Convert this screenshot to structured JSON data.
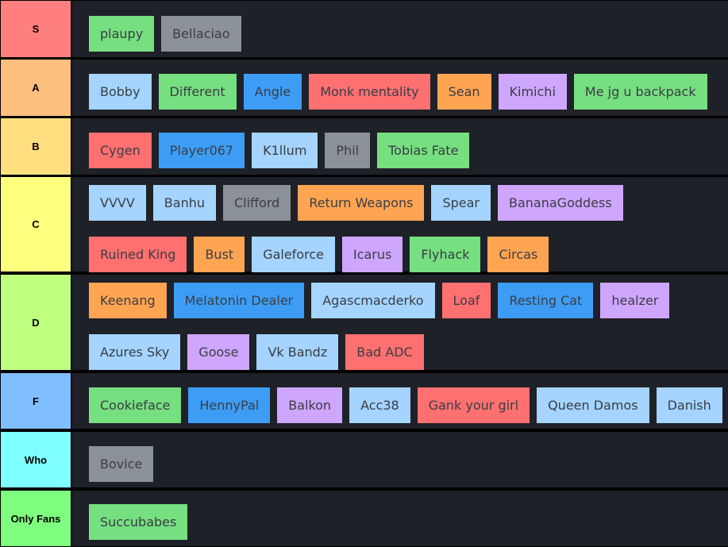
{
  "tiers": [
    {
      "label": "S",
      "color": "#ff7f7f",
      "items": [
        {
          "text": "plaupy",
          "color": "green"
        },
        {
          "text": "Bellaciao",
          "color": "gray"
        }
      ]
    },
    {
      "label": "A",
      "color": "#ffbf7f",
      "items": [
        {
          "text": "Bobby",
          "color": "lightblue"
        },
        {
          "text": "Different",
          "color": "green"
        },
        {
          "text": "Angle",
          "color": "blue"
        },
        {
          "text": "Monk mentality",
          "color": "red"
        },
        {
          "text": "Sean",
          "color": "orange"
        },
        {
          "text": "Kimichi",
          "color": "purple"
        },
        {
          "text": "Me jg u backpack",
          "color": "green"
        }
      ]
    },
    {
      "label": "B",
      "color": "#ffdf7f",
      "items": [
        {
          "text": "Cygen",
          "color": "red"
        },
        {
          "text": "Player067",
          "color": "blue"
        },
        {
          "text": "K1llum",
          "color": "lightblue"
        },
        {
          "text": "Phil",
          "color": "gray"
        },
        {
          "text": "Tobias Fate",
          "color": "green"
        }
      ]
    },
    {
      "label": "C",
      "color": "#ffff7f",
      "items": [
        {
          "text": "VVVV",
          "color": "lightblue"
        },
        {
          "text": "Banhu",
          "color": "lightblue"
        },
        {
          "text": "Clifford",
          "color": "gray"
        },
        {
          "text": "Return Weapons",
          "color": "orange"
        },
        {
          "text": "Spear",
          "color": "lightblue"
        },
        {
          "text": "BananaGoddess",
          "color": "purple"
        },
        {
          "text": "Ruined King",
          "color": "red"
        },
        {
          "text": "Bust",
          "color": "orange"
        },
        {
          "text": "Galeforce",
          "color": "lightblue"
        },
        {
          "text": "Icarus",
          "color": "purple"
        },
        {
          "text": "Flyhack",
          "color": "green"
        },
        {
          "text": "Circas",
          "color": "orange"
        }
      ]
    },
    {
      "label": "D",
      "color": "#bfff7f",
      "items": [
        {
          "text": "Keenang",
          "color": "orange"
        },
        {
          "text": "Melatonin Dealer",
          "color": "blue"
        },
        {
          "text": "Agascmacderko",
          "color": "lightblue"
        },
        {
          "text": "Loaf",
          "color": "red"
        },
        {
          "text": "Resting Cat",
          "color": "blue"
        },
        {
          "text": "healzer",
          "color": "purple"
        },
        {
          "text": "Azures Sky",
          "color": "lightblue"
        },
        {
          "text": "Goose",
          "color": "purple"
        },
        {
          "text": "Vk Bandz",
          "color": "lightblue"
        },
        {
          "text": "Bad ADC",
          "color": "red"
        }
      ]
    },
    {
      "label": "F",
      "color": "#7fbfff",
      "items": [
        {
          "text": "Cookieface",
          "color": "green"
        },
        {
          "text": "HennyPal",
          "color": "blue"
        },
        {
          "text": "Balkon",
          "color": "purple"
        },
        {
          "text": "Acc38",
          "color": "lightblue"
        },
        {
          "text": "Gank your girl",
          "color": "red"
        },
        {
          "text": "Queen Damos",
          "color": "lightblue"
        },
        {
          "text": "Danish",
          "color": "lightblue"
        }
      ]
    },
    {
      "label": "Who",
      "color": "#7fffff",
      "items": [
        {
          "text": "Bovice",
          "color": "gray"
        }
      ]
    },
    {
      "label": "Only Fans",
      "color": "#7fff7f",
      "items": [
        {
          "text": "Succubabes",
          "color": "green"
        }
      ]
    }
  ]
}
